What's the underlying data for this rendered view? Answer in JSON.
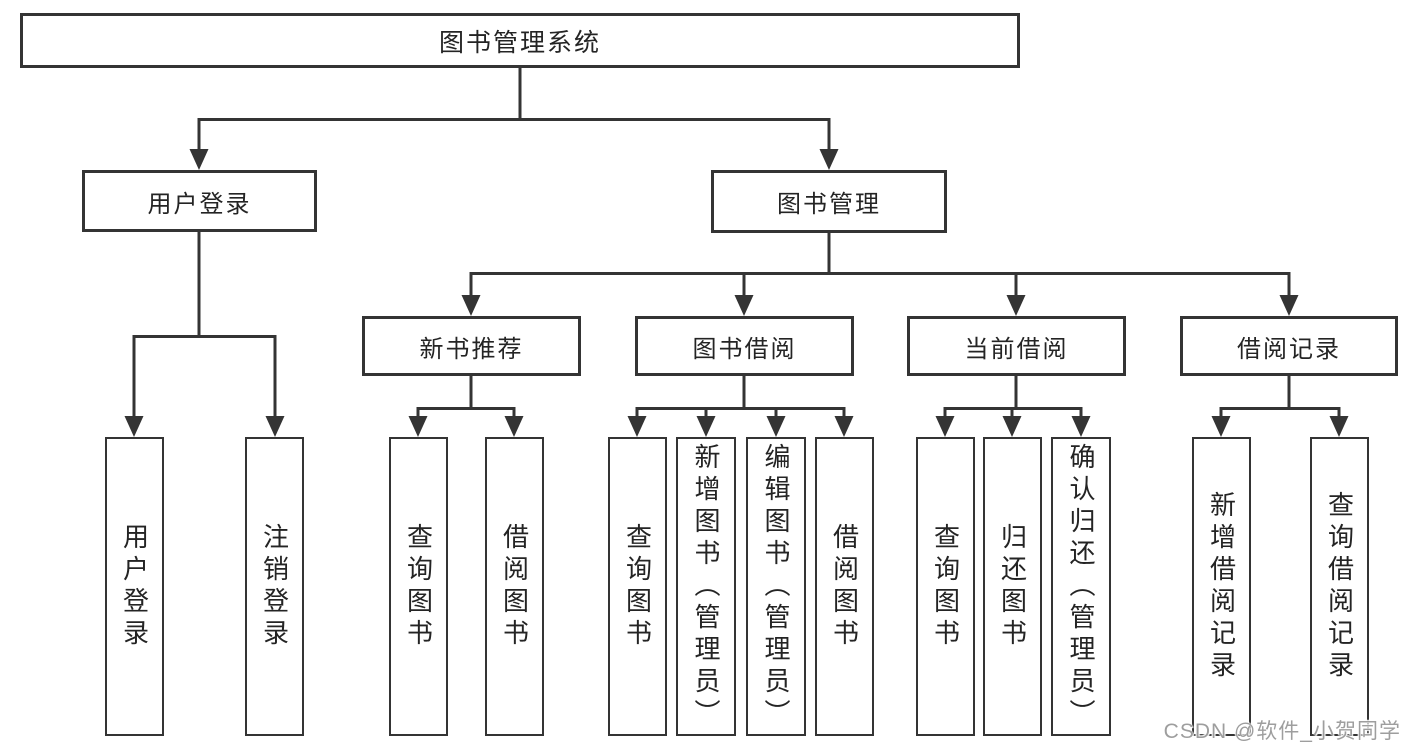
{
  "tree": {
    "root": {
      "label": "图书管理系统"
    },
    "branches": [
      {
        "label": "用户登录",
        "children": [
          {
            "label": "用户登录"
          },
          {
            "label": "注销登录"
          }
        ]
      },
      {
        "label": "图书管理",
        "children": [
          {
            "label": "新书推荐",
            "children": [
              {
                "label": "查询图书"
              },
              {
                "label": "借阅图书"
              }
            ]
          },
          {
            "label": "图书借阅",
            "children": [
              {
                "label": "查询图书"
              },
              {
                "label": "新增图书（管理员）"
              },
              {
                "label": "编辑图书（管理员）"
              },
              {
                "label": "借阅图书"
              }
            ]
          },
          {
            "label": "当前借阅",
            "children": [
              {
                "label": "查询图书"
              },
              {
                "label": "归还图书"
              },
              {
                "label": "确认归还（管理员）"
              }
            ]
          },
          {
            "label": "借阅记录",
            "children": [
              {
                "label": "新增借阅记录"
              },
              {
                "label": "查询借阅记录"
              }
            ]
          }
        ]
      }
    ]
  },
  "watermark": {
    "text": "CSDN @软件_小贺同学"
  },
  "colors": {
    "line": "#343434",
    "text": "#242424",
    "watermark": "#9e9e9e",
    "background": "#ffffff"
  }
}
